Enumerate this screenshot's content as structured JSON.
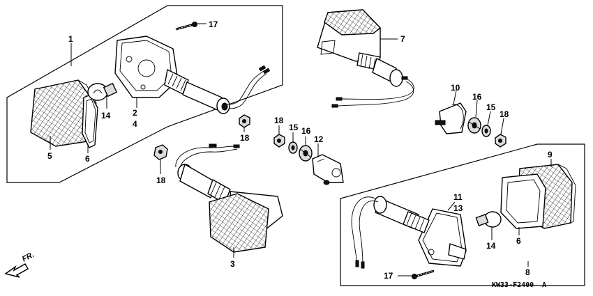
{
  "callouts": {
    "c1": "1",
    "c2": "2",
    "c4": "4",
    "c5": "5",
    "c6a": "6",
    "c14a": "14",
    "c17a": "17",
    "c18a": "18",
    "c18b": "18",
    "c3": "3",
    "c7": "7",
    "c18c": "18",
    "c15a": "15",
    "c16a": "16",
    "c12": "12",
    "c10": "10",
    "c16b": "16",
    "c15b": "15",
    "c18d": "18",
    "c9": "9",
    "c11": "11",
    "c13": "13",
    "c14b": "14",
    "c6b": "6",
    "c8": "8",
    "c17b": "17"
  },
  "direction_label": "FR.",
  "diagram_code": "KW33-F2400",
  "diagram_suffix": "A"
}
